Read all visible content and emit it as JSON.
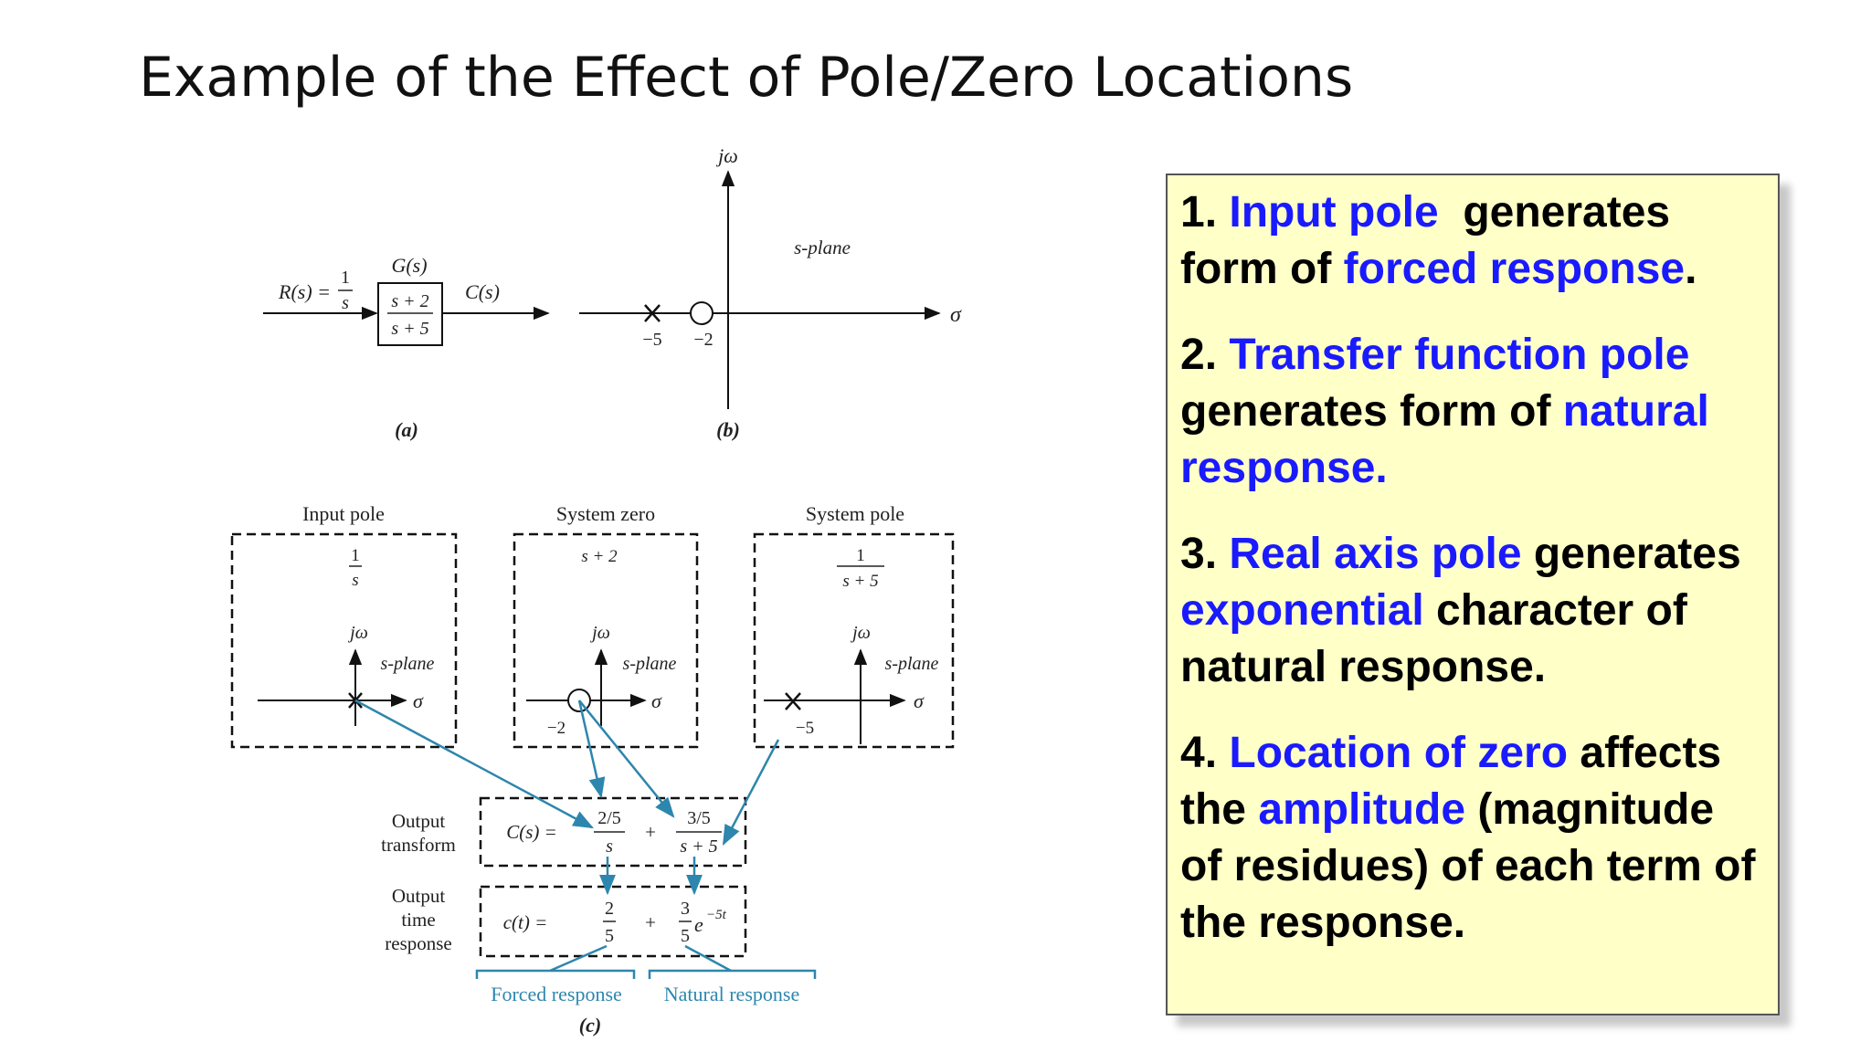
{
  "slide": {
    "title": "Example of the Effect of Pole/Zero Locations"
  },
  "colors": {
    "highlight": "#1a1aff",
    "box_bg": "#ffffc8",
    "arrow": "#2d86ad"
  },
  "figure": {
    "a": {
      "caption": "(a)",
      "input": "R(s) =",
      "input_num": "1",
      "input_den": "s",
      "block_label": "G(s)",
      "block_num": "s + 2",
      "block_den": "s + 5",
      "output": "C(s)"
    },
    "b": {
      "caption": "(b)",
      "jw": "jω",
      "sigma": "σ",
      "plane": "s-plane",
      "tick_pole": "−5",
      "tick_zero": "−2"
    },
    "c": {
      "caption": "(c)",
      "input_pole": {
        "title": "Input pole",
        "num": "1",
        "den": "s",
        "jw": "jω",
        "plane": "s-plane",
        "sigma": "σ"
      },
      "system_zero": {
        "title": "System zero",
        "expr": "s + 2",
        "jw": "jω",
        "plane": "s-plane",
        "sigma": "σ",
        "tick": "−2"
      },
      "system_pole": {
        "title": "System pole",
        "num": "1",
        "den": "s + 5",
        "jw": "jω",
        "plane": "s-plane",
        "sigma": "σ",
        "tick": "−5"
      },
      "output_transform_label": [
        "Output",
        "transform"
      ],
      "output_time_label": [
        "Output",
        "time",
        "response"
      ],
      "cs": "C(s) =",
      "term1_num": "2/5",
      "term1_den": "s",
      "plus": "+",
      "term2_num": "3/5",
      "term2_den": "s + 5",
      "ct": "c(t) =",
      "t1_num": "2",
      "t1_den": "5",
      "t2_num": "3",
      "t2_den": "5",
      "t2_exp_base": "e",
      "t2_exp": "−5t",
      "forced": "Forced response",
      "natural": "Natural response"
    }
  },
  "points": [
    {
      "num": "1. ",
      "hl1": "Input pole",
      "txt1": "  generates form of ",
      "hl2": "forced response",
      "txt2": "."
    },
    {
      "num": "2. ",
      "hl1": "Transfer function pole",
      "txt1": " generates form of ",
      "hl2": "natural response.",
      "txt2": ""
    },
    {
      "num": "3. ",
      "hl1": "Real axis pole",
      "txt1": " generates ",
      "hl2": "exponential",
      "txt2": " character of natural response."
    },
    {
      "num": "4. ",
      "hl1": "Location of zero",
      "txt1": " affects the ",
      "hl2": "amplitude",
      "txt2": " (magnitude of residues) of each term of the response."
    }
  ]
}
